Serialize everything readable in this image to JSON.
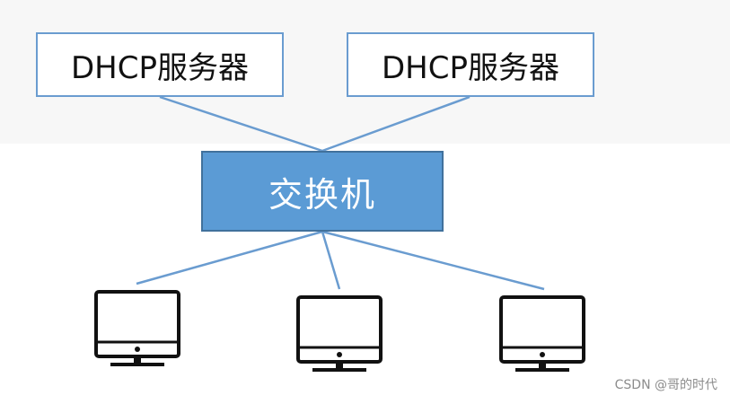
{
  "diagram": {
    "servers": [
      {
        "label": "DHCP服务器"
      },
      {
        "label": "DHCP服务器"
      }
    ],
    "switch": {
      "label": "交换机"
    },
    "clients": [
      {
        "icon": "monitor-icon"
      },
      {
        "icon": "monitor-icon"
      },
      {
        "icon": "monitor-icon"
      }
    ],
    "colors": {
      "line": "#6a9cd0",
      "server_border": "#6a9cd0",
      "switch_fill": "#5b9bd5",
      "switch_border": "#41719c",
      "monitor": "#111111"
    }
  },
  "watermark": "CSDN @哥的时代"
}
